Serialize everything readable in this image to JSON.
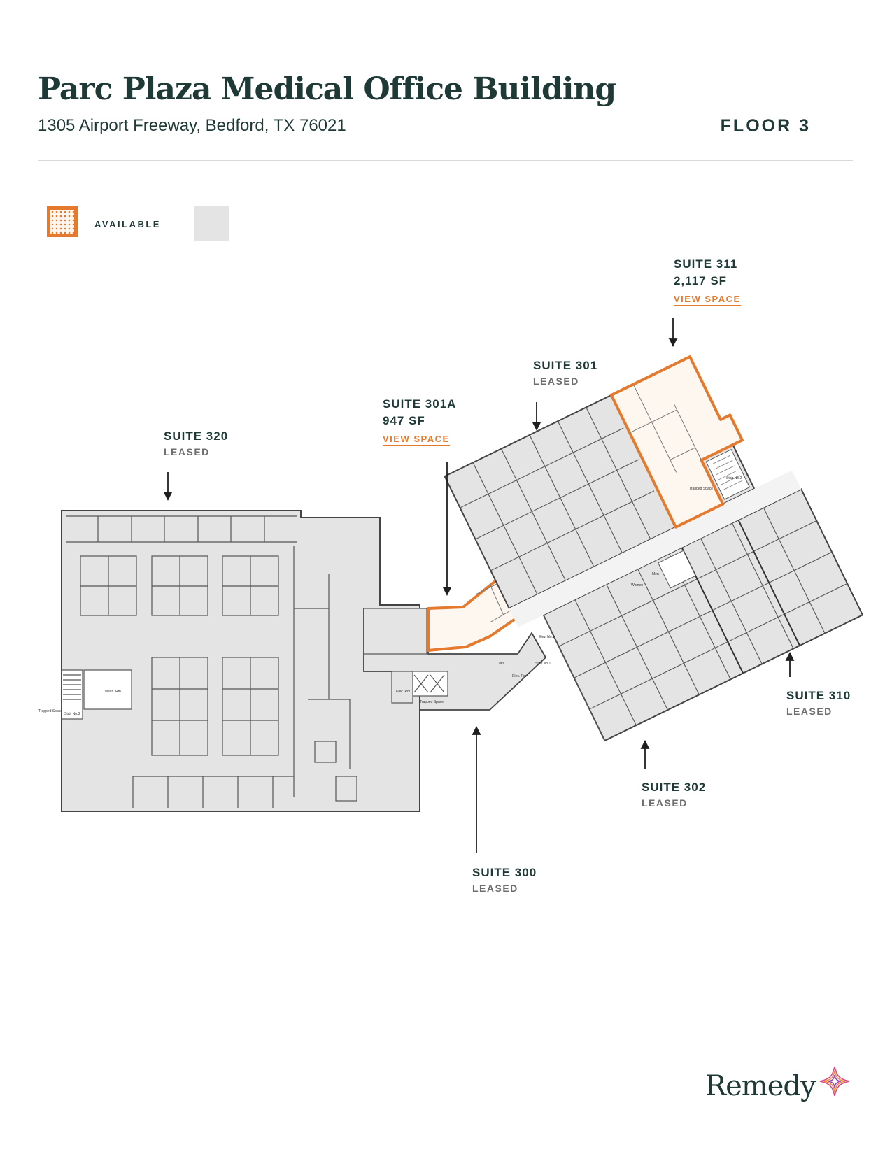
{
  "header": {
    "title": "Parc Plaza Medical Office Building",
    "address": "1305 Airport Freeway, Bedford, TX 76021",
    "floor": "FLOOR 3"
  },
  "legend": {
    "available_label": "AVAILABLE",
    "available_color": "#e57a2f",
    "leased_color": "#e4e4e4"
  },
  "suites": {
    "s311": {
      "name": "SUITE 311",
      "size": "2,117 SF",
      "link": "VIEW SPACE",
      "status": "available"
    },
    "s301": {
      "name": "SUITE 301",
      "status": "LEASED"
    },
    "s301a": {
      "name": "SUITE 301A",
      "size": "947 SF",
      "link": "VIEW SPACE",
      "status": "available"
    },
    "s320": {
      "name": "SUITE 320",
      "status": "LEASED"
    },
    "s310": {
      "name": "SUITE 310",
      "status": "LEASED"
    },
    "s302": {
      "name": "SUITE 302",
      "status": "LEASED"
    },
    "s300": {
      "name": "SUITE 300",
      "status": "LEASED"
    }
  },
  "room_labels": {
    "mech": "Mech. Rm",
    "trapped_left": "Trapped Space",
    "stair3": "Stair No.3",
    "elec": "Elec. Rm",
    "trapped_mid": "Trapped Space",
    "elev": "Elev. No.1",
    "jan": "Jan.",
    "elec2": "Elec. Rm",
    "stair1": "Stair No.1",
    "women": "Women",
    "men": "Men",
    "trapped_top": "Trapped Space",
    "stair2": "Stair No.2"
  },
  "brand": {
    "name": "Remedy"
  }
}
